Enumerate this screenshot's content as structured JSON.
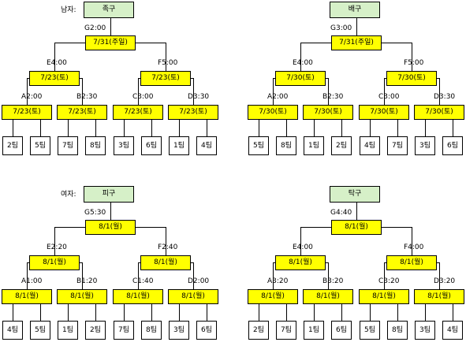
{
  "brackets": [
    {
      "group_label": "남자:",
      "sport": "족구",
      "final": {
        "slot": "G2:00",
        "date": "7/31(주일)"
      },
      "semis": [
        {
          "slot": "E4:00",
          "date": "7/23(토)"
        },
        {
          "slot": "F5:00",
          "date": "7/23(토)"
        }
      ],
      "quarters": [
        {
          "slot": "A2:00",
          "date": "7/23(토)"
        },
        {
          "slot": "B2:30",
          "date": "7/23(토)"
        },
        {
          "slot": "C3:00",
          "date": "7/23(토)"
        },
        {
          "slot": "D3:30",
          "date": "7/23(토)"
        }
      ],
      "teams": [
        "2팀",
        "5팀",
        "7팀",
        "8팀",
        "3팀",
        "6팀",
        "1팀",
        "4팀"
      ]
    },
    {
      "group_label": "",
      "sport": "배구",
      "final": {
        "slot": "G3:00",
        "date": "7/31(주일)"
      },
      "semis": [
        {
          "slot": "E4:00",
          "date": "7/30(토)"
        },
        {
          "slot": "F5:00",
          "date": "7/30(토)"
        }
      ],
      "quarters": [
        {
          "slot": "A2:00",
          "date": "7/30(토)"
        },
        {
          "slot": "B2:30",
          "date": "7/30(토)"
        },
        {
          "slot": "C3:00",
          "date": "7/30(토)"
        },
        {
          "slot": "D3:30",
          "date": "7/30(토)"
        }
      ],
      "teams": [
        "5팀",
        "8팀",
        "1팀",
        "2팀",
        "4팀",
        "7팀",
        "3팀",
        "6팀"
      ]
    },
    {
      "group_label": "여자:",
      "sport": "피구",
      "final": {
        "slot": "G5:30",
        "date": "8/1(월)"
      },
      "semis": [
        {
          "slot": "E2:20",
          "date": "8/1(월)"
        },
        {
          "slot": "F2:40",
          "date": "8/1(월)"
        }
      ],
      "quarters": [
        {
          "slot": "A1:00",
          "date": "8/1(월)"
        },
        {
          "slot": "B1:20",
          "date": "8/1(월)"
        },
        {
          "slot": "C1:40",
          "date": "8/1(월)"
        },
        {
          "slot": "D2:00",
          "date": "8/1(월)"
        }
      ],
      "teams": [
        "4팀",
        "5팀",
        "1팀",
        "2팀",
        "7팀",
        "8팀",
        "3팀",
        "6팀"
      ]
    },
    {
      "group_label": "",
      "sport": "탁구",
      "final": {
        "slot": "G4:40",
        "date": "8/1(월)"
      },
      "semis": [
        {
          "slot": "E4:00",
          "date": "8/1(월)"
        },
        {
          "slot": "F4:00",
          "date": "8/1(월)"
        }
      ],
      "quarters": [
        {
          "slot": "A3:20",
          "date": "8/1(월)"
        },
        {
          "slot": "B3:20",
          "date": "8/1(월)"
        },
        {
          "slot": "C3:20",
          "date": "8/1(월)"
        },
        {
          "slot": "D3:20",
          "date": "8/1(월)"
        }
      ],
      "teams": [
        "2팀",
        "7팀",
        "1팀",
        "6팀",
        "5팀",
        "8팀",
        "3팀",
        "4팀"
      ]
    }
  ]
}
